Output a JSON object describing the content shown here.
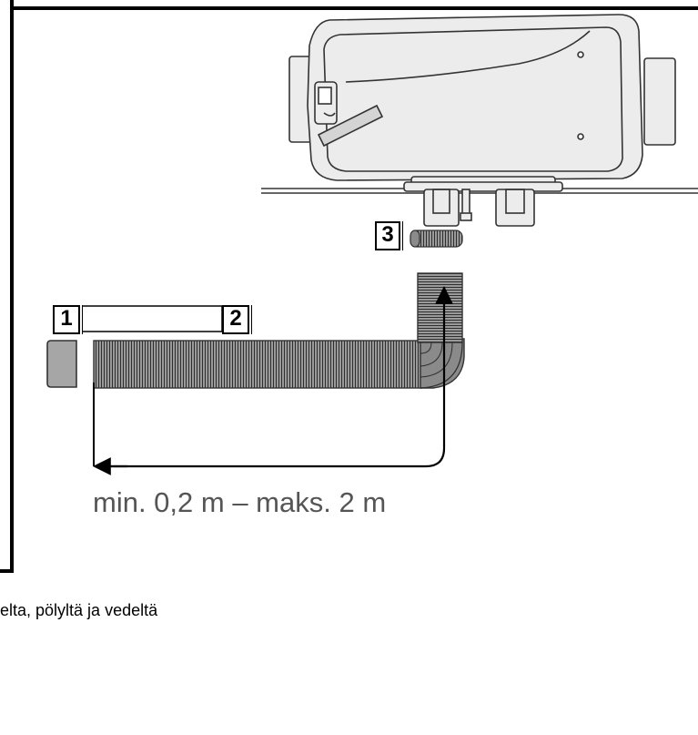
{
  "diagram": {
    "labels": {
      "one": "1",
      "two": "2",
      "three": "3"
    },
    "range_caption": "min. 0,2 m – maks. 2 m"
  },
  "footer": {
    "text": "elta, pölyltä ja vedeltä"
  },
  "colors": {
    "outline": "#000000",
    "heater_fill": "#ececec",
    "hose_fill": "#8a8a8a",
    "cap_fill": "#a6a6a6",
    "text_gray": "#555555"
  }
}
